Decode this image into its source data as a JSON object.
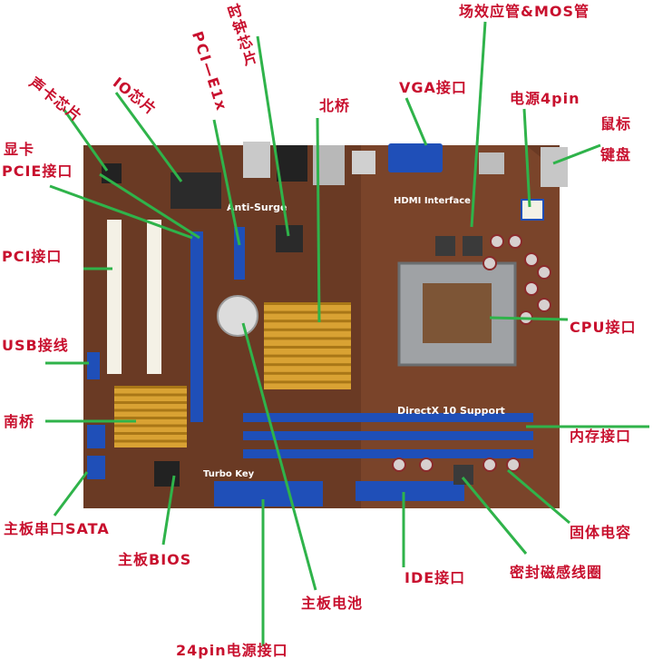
{
  "colors": {
    "board": "#6a3a24",
    "leader": "#2fb34a",
    "label": "#c8102e",
    "slot_blue": "#1f4fb8",
    "slot_white": "#f4f1e6",
    "heatsink": "#d9a233"
  },
  "board_text": {
    "anti_surge": "Anti-Surge",
    "hdmi": "HDMI Interface",
    "directx": "DirectX 10 Support",
    "turbo_key": "Turbo Key"
  },
  "labels": {
    "field_effect": "场效应管&MOS管",
    "clock_chip": "时钟芯片",
    "pcie_x1": "PCI—E1x",
    "io_chip": "IO芯片",
    "sound_chip": "声卡芯片",
    "north_bridge": "北桥",
    "vga": "VGA接口",
    "power_4pin": "电源4pin",
    "mouse": "鼠标",
    "keyboard": "键盘",
    "gpu": "显卡",
    "pcie_slot": "PCIE接口",
    "pci_slot": "PCI接口",
    "usb": "USB接线",
    "south_bridge": "南桥",
    "cpu": "CPU接口",
    "memory": "内存接口",
    "solid_cap": "固体电容",
    "sata": "主板串口SATA",
    "bios": "主板BIOS",
    "ide": "IDE接口",
    "choke": "密封磁感线圈",
    "battery": "主板电池",
    "power_24pin": "24pin电源接口"
  }
}
